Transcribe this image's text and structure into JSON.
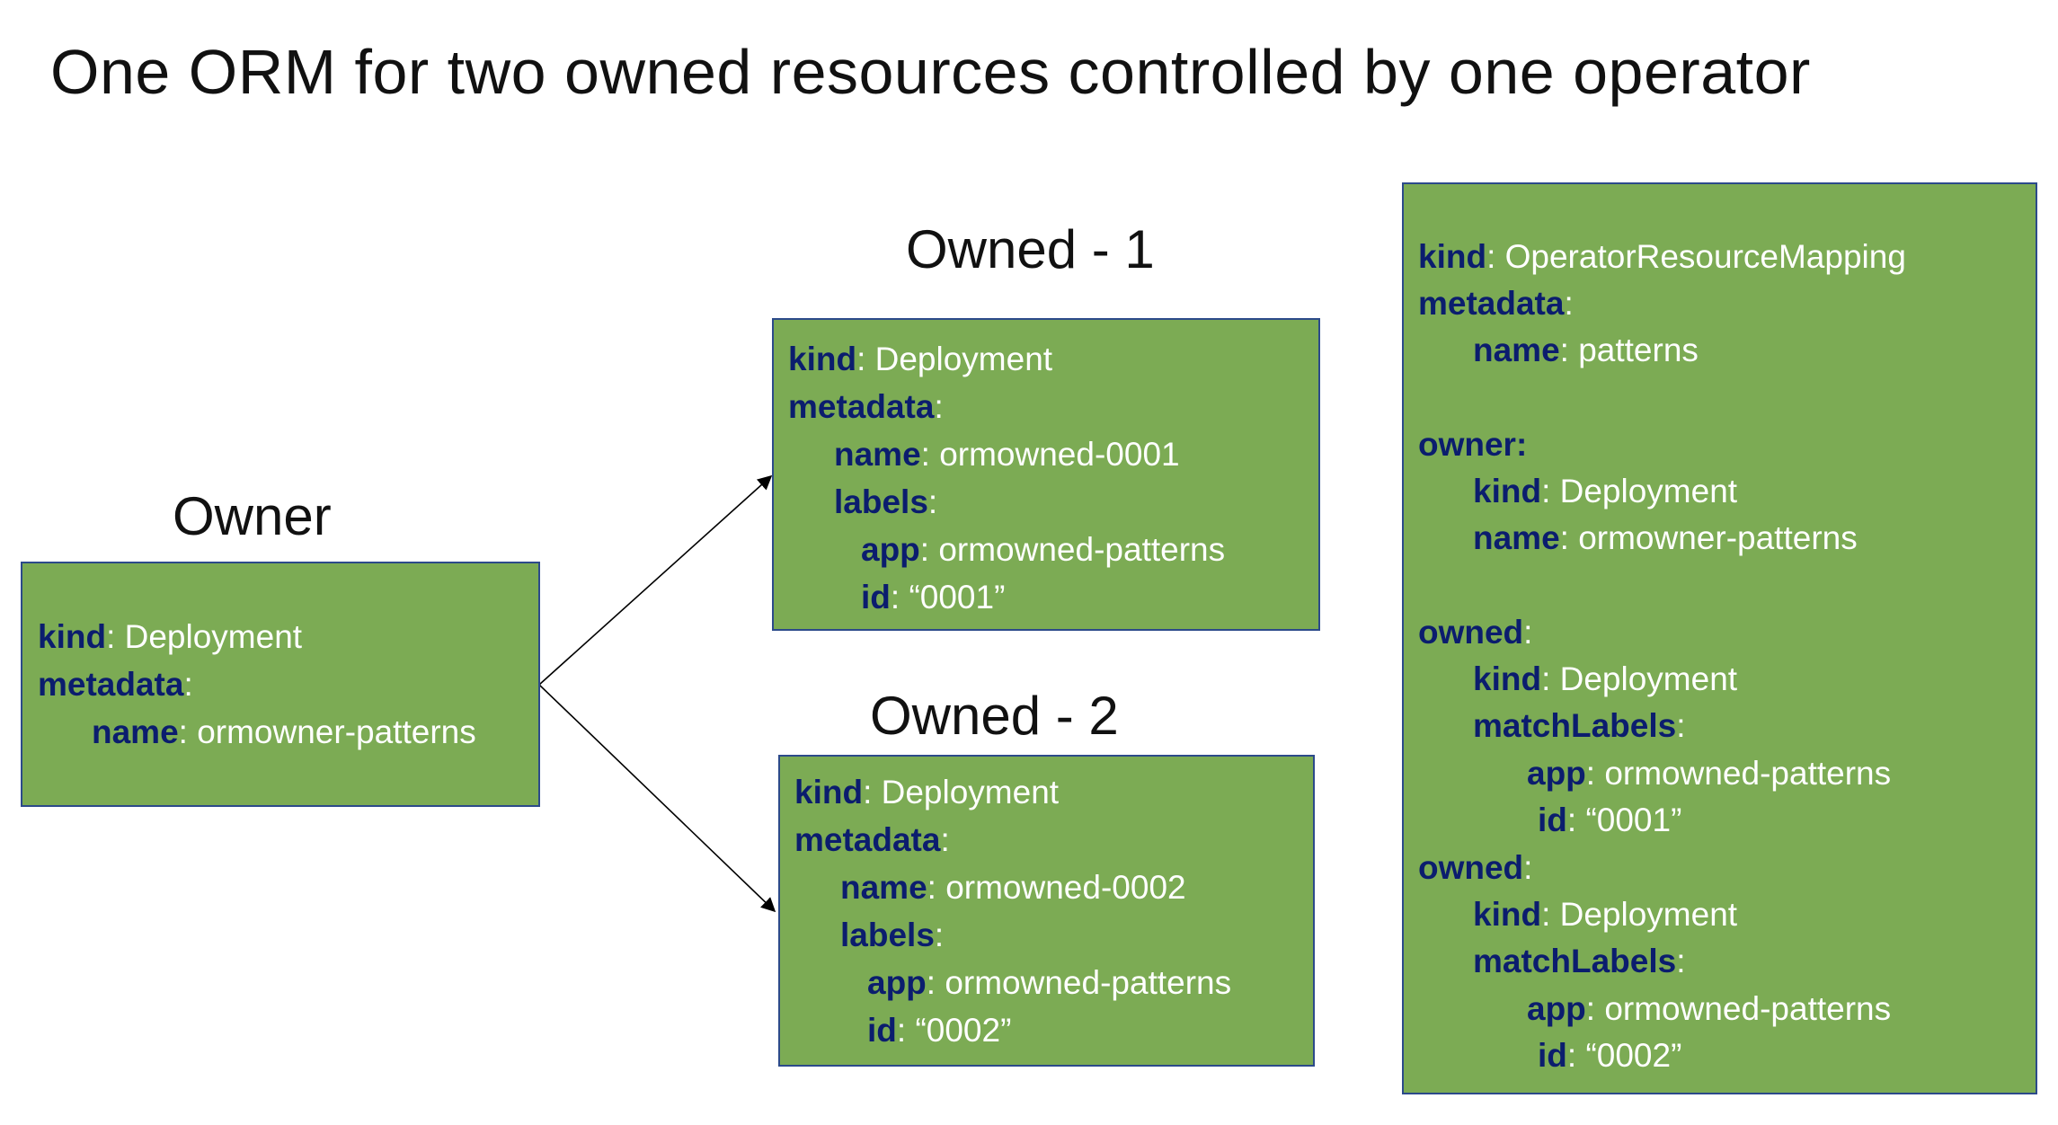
{
  "title": "One ORM for two owned resources controlled by one operator",
  "owner": {
    "heading": "Owner",
    "lines": [
      {
        "key": "kind",
        "value": ": Deployment"
      },
      {
        "key": "metadata",
        "value": ":"
      },
      {
        "key": "name",
        "value": ": ormowner-patterns"
      }
    ]
  },
  "owned1": {
    "heading": "Owned - 1",
    "lines": [
      {
        "key": "kind",
        "value": ": Deployment"
      },
      {
        "key": "metadata",
        "value": ":"
      },
      {
        "key": "name",
        "value": ":  ormowned-0001"
      },
      {
        "key": "labels",
        "value": ":"
      },
      {
        "key": "app",
        "value": ": ormowned-patterns"
      },
      {
        "key": "id",
        "value": ": “0001”"
      }
    ]
  },
  "owned2": {
    "heading": "Owned - 2",
    "lines": [
      {
        "key": "kind",
        "value": ": Deployment"
      },
      {
        "key": "metadata",
        "value": ":"
      },
      {
        "key": "name",
        "value": ":  ormowned-0002"
      },
      {
        "key": "labels",
        "value": ":"
      },
      {
        "key": "app",
        "value": ": ormowned-patterns"
      },
      {
        "key": "id",
        "value": ": “0002”"
      }
    ]
  },
  "orm": {
    "lines": [
      {
        "key": "kind",
        "value": ": OperatorResourceMapping"
      },
      {
        "key": "metadata",
        "value": ":"
      },
      {
        "key": "name",
        "value": ": patterns"
      },
      {
        "key": "owner:",
        "value": ""
      },
      {
        "key": "kind",
        "value": ": Deployment"
      },
      {
        "key": "name",
        "value": ": ormowner-patterns"
      },
      {
        "key": "owned",
        "value": ":"
      },
      {
        "key": "kind",
        "value": ": Deployment"
      },
      {
        "key": "matchLabels",
        "value": ":"
      },
      {
        "key": "app",
        "value": ": ormowned-patterns"
      },
      {
        "key": "id",
        "value": ": “0001”"
      },
      {
        "key": "owned",
        "value": ":"
      },
      {
        "key": "kind",
        "value": ": Deployment"
      },
      {
        "key": "matchLabels",
        "value": ":"
      },
      {
        "key": "app",
        "value": ": ormowned-patterns"
      },
      {
        "key": "id",
        "value": ": “0002”"
      }
    ]
  },
  "colors": {
    "box_fill": "#7cab54",
    "box_border": "#2c4a8a",
    "key_text": "#0b1d6e",
    "value_text": "#ffffff"
  }
}
